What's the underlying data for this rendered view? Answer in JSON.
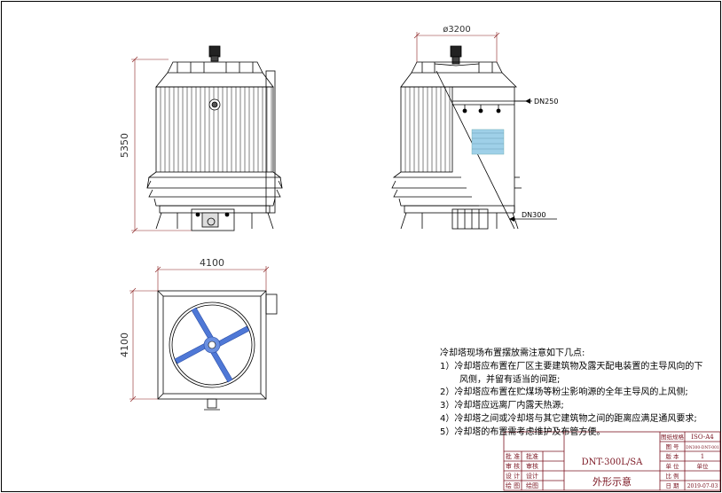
{
  "dimensions": {
    "front_height": "5350",
    "side_diameter": "ø3200",
    "plan_width": "4100",
    "plan_depth": "4100",
    "inlet_pipe": "DN250",
    "outlet_pipe": "DN300"
  },
  "notes": {
    "title": "冷却塔现场布置摆放需注意如下几点:",
    "items": [
      "1）冷却塔应布置在厂区主要建筑物及露天配电装置的主导风向的下",
      "风侧，并留有适当的间距;",
      "2）冷却塔应布置在贮煤场等粉尘影响源的全年主导风的上风侧;",
      "3）冷却塔应远离厂内露天热源;",
      "4）冷却塔之间或冷却塔与其它建筑物之间的距离应满足通风要求;",
      "5）冷却塔的布置需考虑维护及布管方便。"
    ]
  },
  "title_block": {
    "rows_left": [
      {
        "role": "批 准",
        "name": "批准"
      },
      {
        "role": "审 核",
        "name": "审核"
      },
      {
        "role": "设 计",
        "name": "设计"
      },
      {
        "role": "绘 图",
        "name": "绘图"
      }
    ],
    "model": "DNT-300L/SA",
    "drawing_name": "外形示意",
    "right_labels": [
      "图纸规格",
      "图 号",
      "版 本",
      "单 位",
      "比 例",
      "日 期"
    ],
    "right_values": [
      "ISO-A4",
      "DN300-DNT-001",
      "1",
      "单位",
      "",
      "2019-07-03"
    ]
  },
  "colors": {
    "line": "#000000",
    "border": "#7a1420",
    "fan_blade": "#4f78d6",
    "dim_line": "#8a2020",
    "fill_media": "#9fd0e8"
  }
}
